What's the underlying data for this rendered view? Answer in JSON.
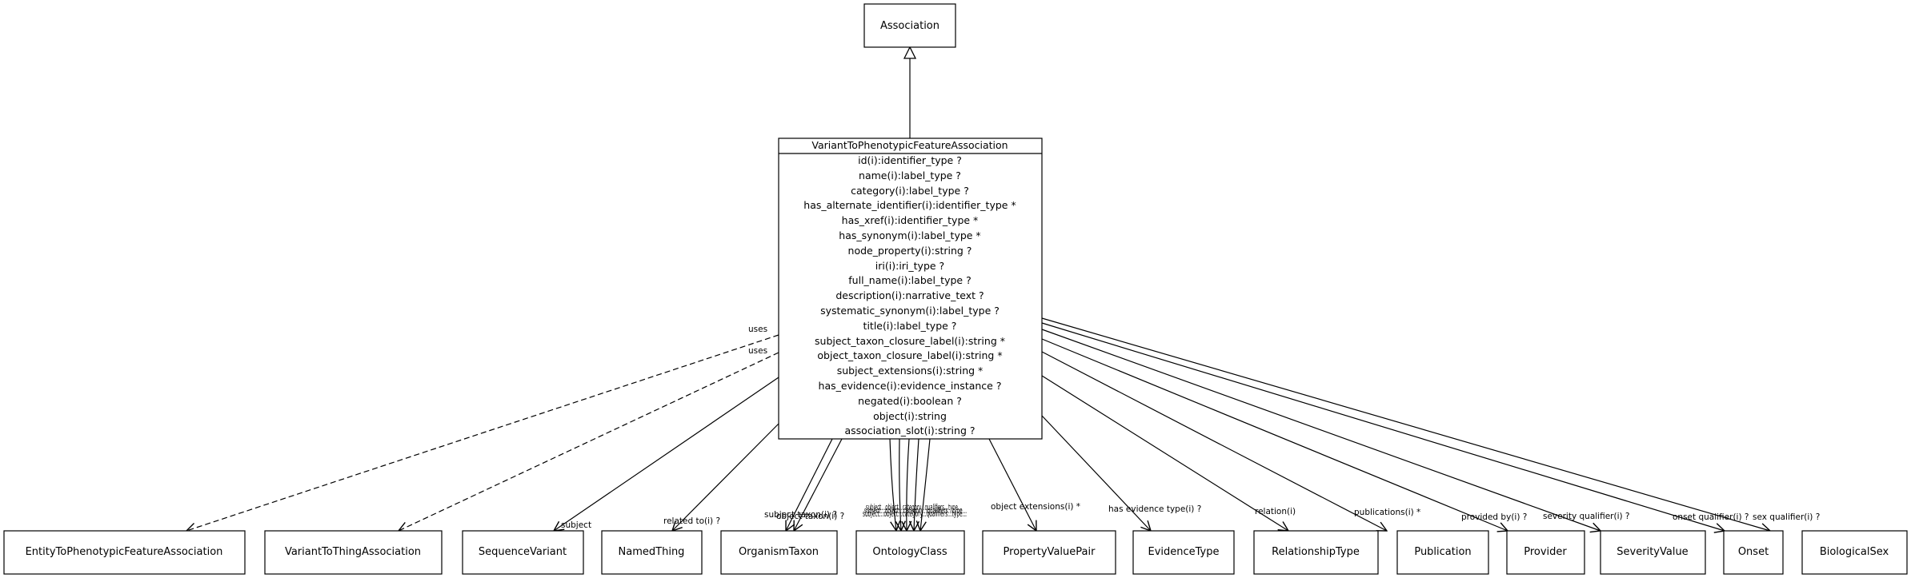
{
  "parent_class": "Association",
  "main_class": {
    "name": "VariantToPhenotypicFeatureAssociation",
    "attributes": [
      "id(i):identifier_type ?",
      "name(i):label_type ?",
      "category(i):label_type ?",
      "has_alternate_identifier(i):identifier_type *",
      "has_xref(i):identifier_type *",
      "has_synonym(i):label_type *",
      "node_property(i):string ?",
      "iri(i):iri_type ?",
      "full_name(i):label_type ?",
      "description(i):narrative_text ?",
      "systematic_synonym(i):label_type ?",
      "title(i):label_type ?",
      "subject_taxon_closure_label(i):string *",
      "object_taxon_closure_label(i):string *",
      "subject_extensions(i):string *",
      "has_evidence(i):evidence_instance ?",
      "negated(i):boolean ?",
      "object(i):string",
      "association_slot(i):string ?"
    ]
  },
  "targets": [
    "EntityToPhenotypicFeatureAssociation",
    "VariantToThingAssociation",
    "SequenceVariant",
    "NamedThing",
    "OrganismTaxon",
    "OntologyClass",
    "PropertyValuePair",
    "EvidenceType",
    "RelationshipType",
    "Publication",
    "Provider",
    "SeverityValue",
    "Onset",
    "BiologicalSex"
  ],
  "edge_labels": {
    "uses_1": "uses",
    "uses_2": "uses",
    "subject": "subject",
    "related_to": "related to(i) ?",
    "subject_taxon": "subject taxon(i) ?",
    "object_taxon": "object taxon(i) ?",
    "ontology_overlap": "subject...object...category...qualifiers...type...",
    "object_extensions": "object extensions(i) *",
    "has_evidence_type": "has evidence type(i) ?",
    "relation": "relation(i)",
    "publications": "publications(i) *",
    "provided_by": "provided by(i) ?",
    "severity_qualifier": "severity qualifier(i) ?",
    "onset_qualifier": "onset qualifier(i) ?",
    "sex_qualifier": "sex qualifier(i) ?"
  }
}
